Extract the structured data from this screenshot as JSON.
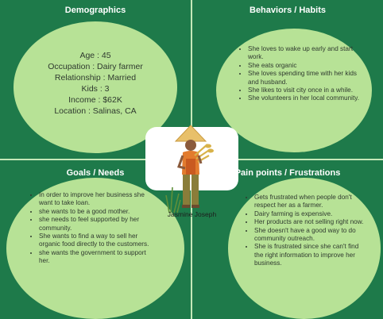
{
  "demographics": {
    "title": "Demographics",
    "lines": [
      "Age : 45",
      "Occupation : Dairy farmer",
      "Relationship : Married",
      "Kids : 3",
      "Income : $62K",
      "Location : Salinas, CA"
    ]
  },
  "behaviors": {
    "title": "Behaviors / Habits",
    "items": [
      "She loves to wake up early and start work.",
      "She eats organic",
      "She loves spending time with her kids and husband.",
      "She likes to visit city once in a while.",
      "She volunteers in her local community."
    ]
  },
  "goals": {
    "title": "Goals / Needs",
    "items": [
      "In order to improve her business she want to take loan.",
      "she wants to be a good mother.",
      "she needs to feel supported by her community.",
      "She wants to find a way to sell her organic food directly to the customers.",
      "she wants the government to support her."
    ]
  },
  "pain_points": {
    "title": "Pain points / Frustrations",
    "items": [
      "Gets frustrated when people don't respect her as a farmer.",
      "Dairy farming is expensive.",
      "Her products are not selling right now.",
      "She doesn't have a good way to do community outreach.",
      "She is frustrated since she can't find the right information to improve her business."
    ]
  },
  "persona": {
    "name": "Jasmine Joseph",
    "icon": "farmer-woman-illustration"
  },
  "colors": {
    "background": "#1e7a4a",
    "oval": "#b7e296",
    "divider": "#c5e8b8",
    "title_text": "#ffffff",
    "body_text": "#2f3a2f"
  }
}
